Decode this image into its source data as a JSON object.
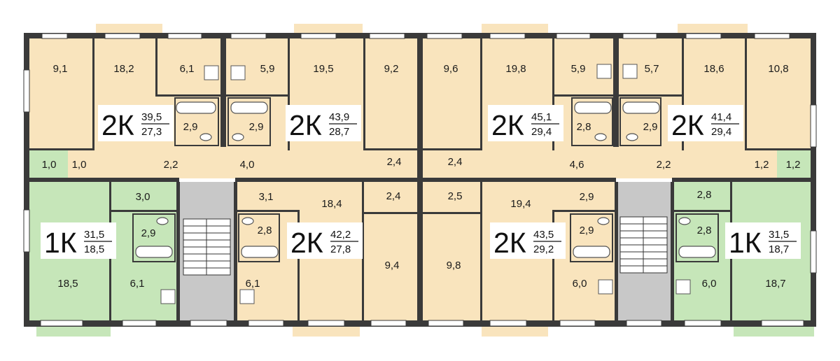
{
  "colors": {
    "two_room": "#f9e4bd",
    "one_room": "#c6e6b9",
    "stair": "#c8c8c8",
    "wall": "#3a3a3a",
    "window": "#ffffff"
  },
  "apartments": [
    {
      "type": "2К",
      "total": "39,5",
      "living": "27,3",
      "fill": "two_room"
    },
    {
      "type": "2К",
      "total": "43,9",
      "living": "28,7",
      "fill": "two_room"
    },
    {
      "type": "2К",
      "total": "45,1",
      "living": "29,4",
      "fill": "two_room"
    },
    {
      "type": "2К",
      "total": "41,4",
      "living": "29,4",
      "fill": "two_room"
    },
    {
      "type": "1К",
      "total": "31,5",
      "living": "18,5",
      "fill": "one_room"
    },
    {
      "type": "2К",
      "total": "42,2",
      "living": "27,8",
      "fill": "two_room"
    },
    {
      "type": "2К",
      "total": "43,5",
      "living": "29,2",
      "fill": "two_room"
    },
    {
      "type": "1К",
      "total": "31,5",
      "living": "18,7",
      "fill": "one_room"
    }
  ],
  "room_areas": [
    "9,1",
    "18,2",
    "6,1",
    "5,9",
    "19,5",
    "9,2",
    "9,6",
    "19,8",
    "5,9",
    "5,7",
    "18,6",
    "10,8",
    "2,9",
    "2,9",
    "2,8",
    "2,9",
    "1,0",
    "1,0",
    "2,2",
    "4,0",
    "2,4",
    "2,4",
    "4,6",
    "2,2",
    "1,2",
    "1,2",
    "3,0",
    "3,1",
    "18,4",
    "2,4",
    "2,5",
    "19,4",
    "2,9",
    "2,8",
    "2,9",
    "2,8",
    "2,9",
    "2,8",
    "9,4",
    "9,8",
    "18,5",
    "6,1",
    "6,1",
    "6,0",
    "6,0",
    "18,7"
  ]
}
